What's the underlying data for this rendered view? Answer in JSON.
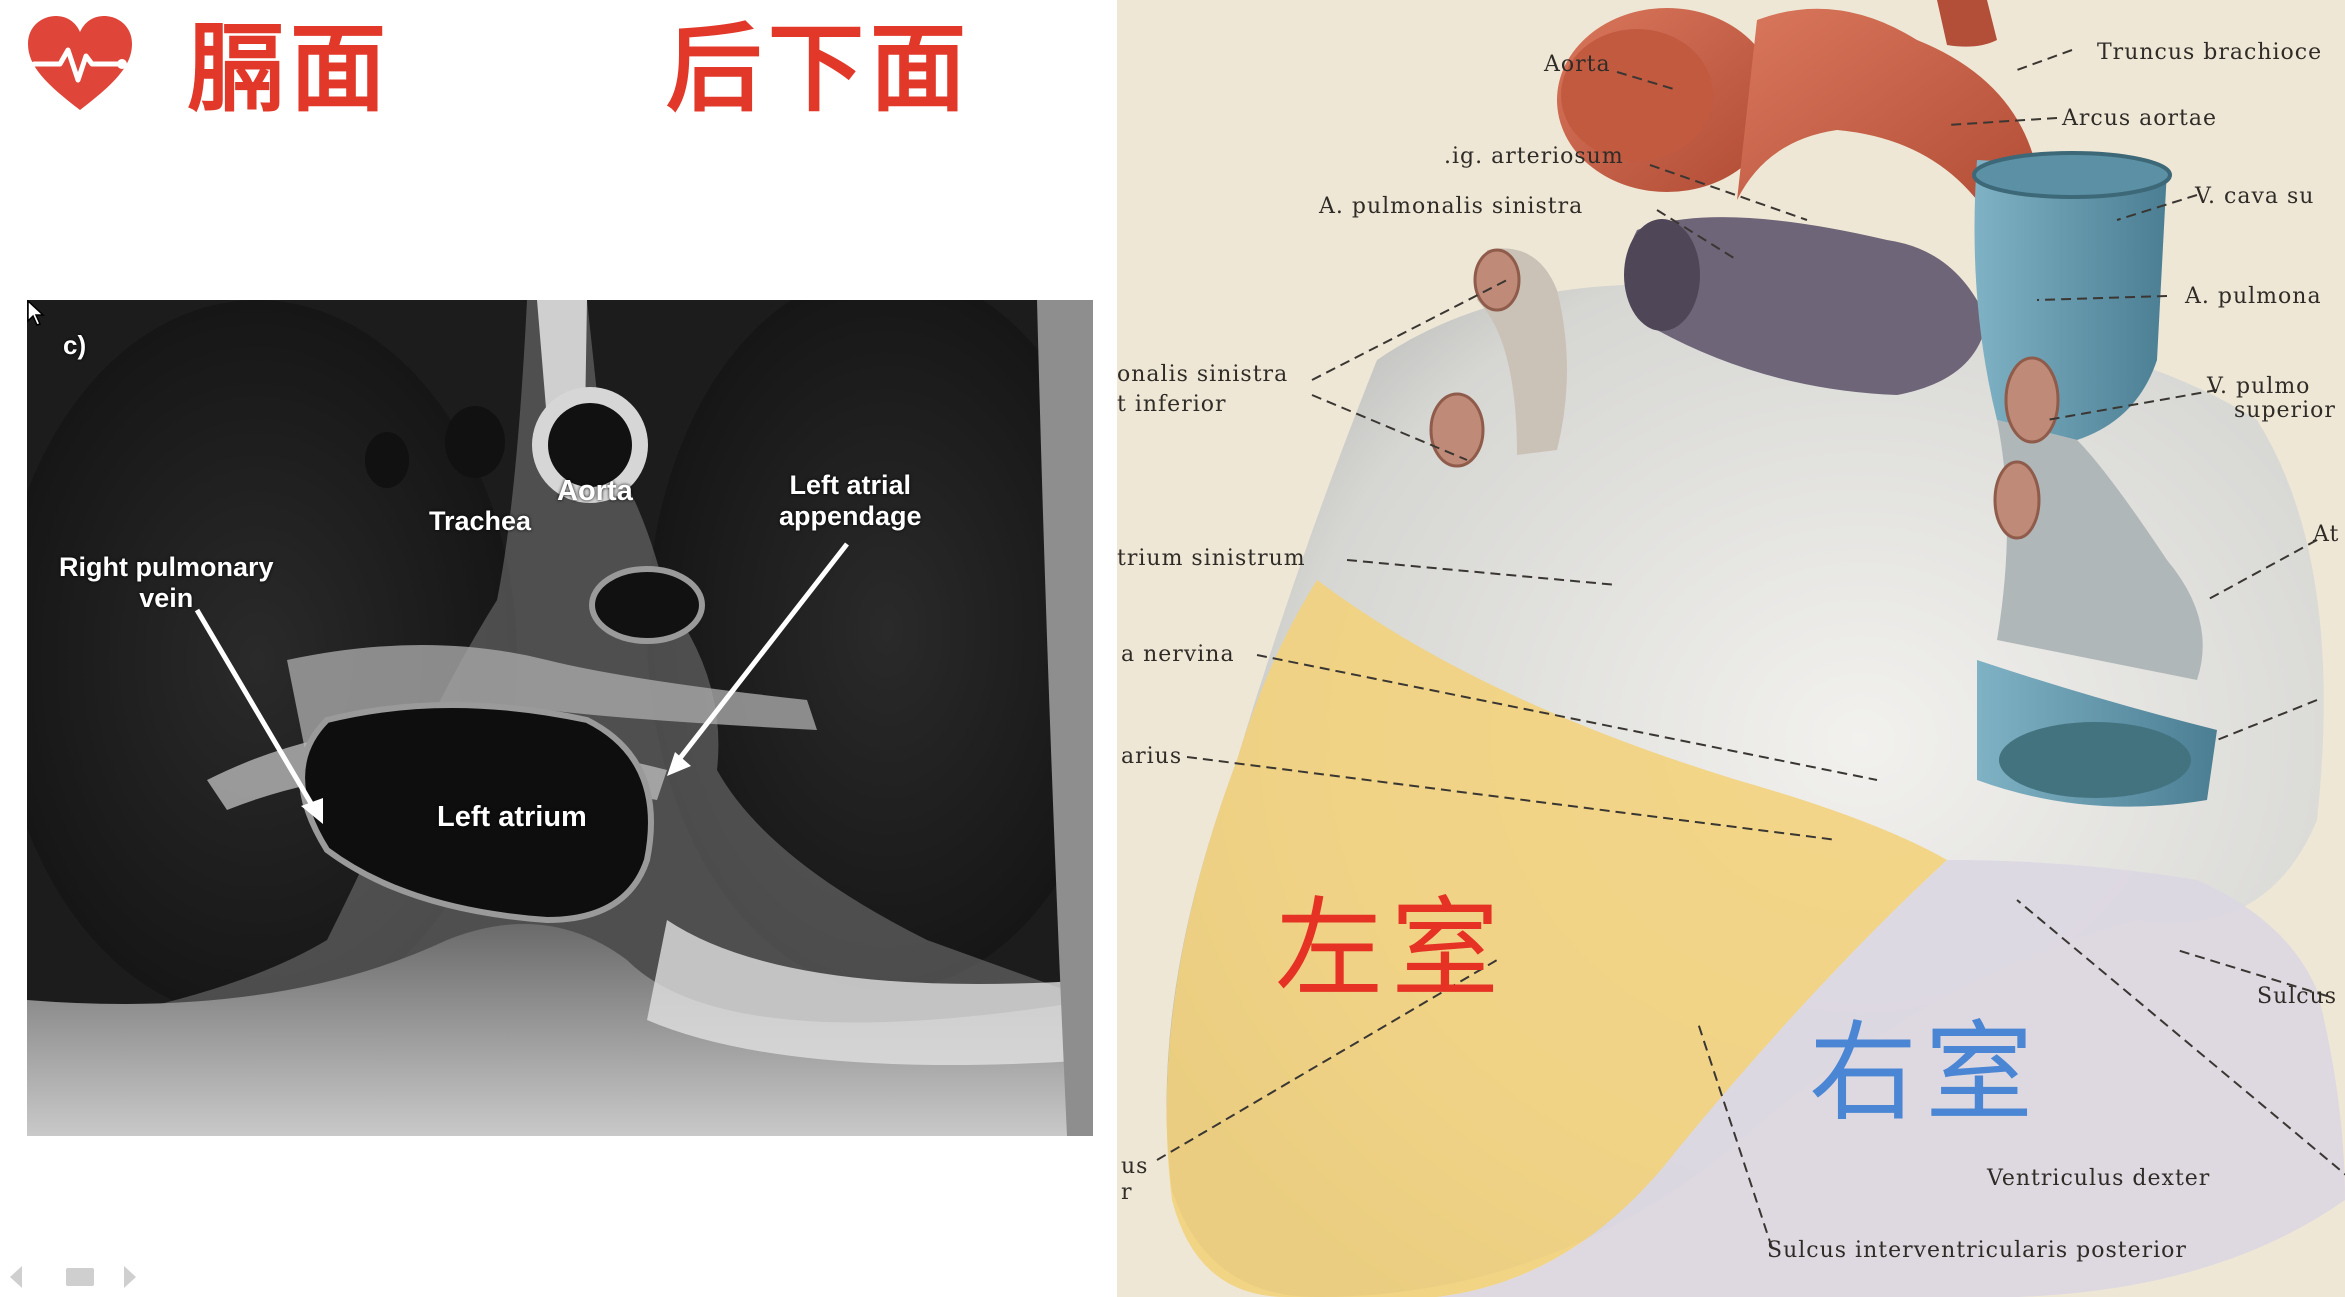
{
  "slide": {
    "title_left": "膈面",
    "title_right": "后下面",
    "title_color": "#e2382a",
    "heart_icon": "heart-pulse-icon"
  },
  "ct_image": {
    "panel_id": "c)",
    "labels": {
      "aorta": "Aorta",
      "trachea": "Trachea",
      "left_atrial_appendage": "Left atrial\nappendage",
      "right_pulmonary_vein": "Right pulmonary\nvein",
      "left_atrium": "Left atrium"
    }
  },
  "atlas": {
    "labels": {
      "aorta": "Aorta",
      "truncus": "Truncus brachioce",
      "arcus": "Arcus aortae",
      "lig": ".ig. arteriosum",
      "a_pulm_sin": "A. pulmonalis sinistra",
      "v_cava": "V. cava su",
      "a_pulmon": "A. pulmona",
      "onalis_sin": "onalis sinistra",
      "inferior": "t inferior",
      "v_pulmo": "V. pulmo",
      "superior": "superior",
      "atrium_sin": "trium sinistrum",
      "at": "At",
      "nervina": "a nervina",
      "arius": "arius",
      "sulcus_right": "Sulcus",
      "us": "us",
      "r": "r",
      "ventriculus": "Ventriculus dexter",
      "sulcus_post": "Sulcus interventricularis posterior"
    },
    "region_left_ventricle": "左室",
    "region_right_ventricle": "右室",
    "left_ventricle_color": "#e53224",
    "right_ventricle_color": "#4a86d4",
    "left_ventricle_fill": "#f2d27a",
    "right_ventricle_fill": "#d9d4df"
  }
}
